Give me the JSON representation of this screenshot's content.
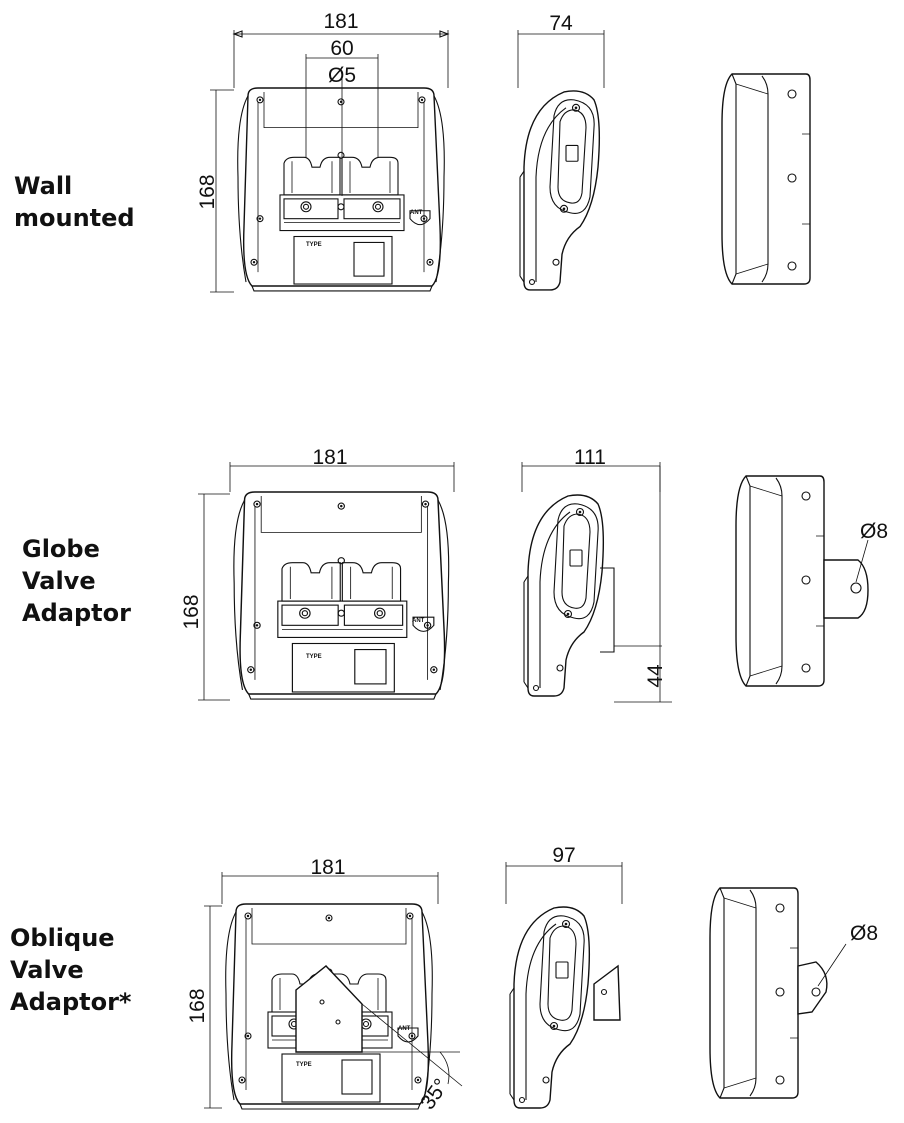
{
  "rows": [
    {
      "label_lines": [
        "Wall",
        "mounted"
      ],
      "front": {
        "width": "181",
        "center_spacing": "60",
        "hole_dia": "Ø5",
        "height": "168",
        "ant": "ANT",
        "type": "TYPE"
      },
      "side": {
        "depth": "74"
      },
      "back": {}
    },
    {
      "label_lines": [
        "Globe",
        "Valve",
        "Adaptor"
      ],
      "front": {
        "width": "181",
        "height": "168",
        "ant": "ANT",
        "type": "TYPE"
      },
      "side": {
        "depth": "111",
        "offset": "44"
      },
      "back": {
        "hole_dia": "Ø8"
      }
    },
    {
      "label_lines": [
        "Oblique",
        "Valve",
        "Adaptor*"
      ],
      "front": {
        "width": "181",
        "height": "168",
        "angle": "35°",
        "ant": "ANT",
        "type": "TYPE"
      },
      "side": {
        "depth": "97"
      },
      "back": {
        "hole_dia": "Ø8"
      }
    }
  ]
}
